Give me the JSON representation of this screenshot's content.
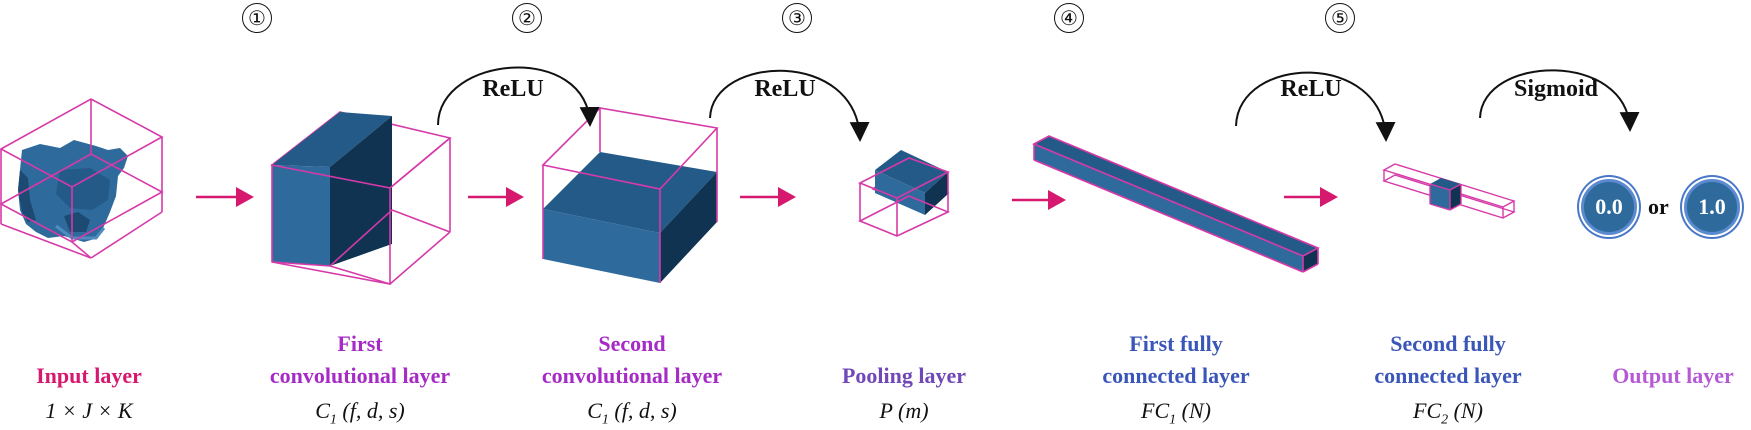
{
  "steps": [
    "①",
    "②",
    "③",
    "④",
    "⑤"
  ],
  "activations": [
    "ReLU",
    "ReLU",
    "ReLU",
    "Sigmoid"
  ],
  "layers": {
    "input": {
      "line1": "",
      "line2": "Input layer",
      "formula": "1 × J × K"
    },
    "conv1": {
      "line1": "First",
      "line2": "convolutional layer",
      "formula_main": "C",
      "formula_sub": "1",
      "formula_rest": " (f, d, s)"
    },
    "conv2": {
      "line1": "Second",
      "line2": "convolutional layer",
      "formula_main": "C",
      "formula_sub": "1",
      "formula_rest": " (f, d, s)"
    },
    "pool": {
      "line1": "",
      "line2": "Pooling layer",
      "formula": "P (m)"
    },
    "fc1": {
      "line1": "First fully",
      "line2": "connected layer",
      "formula_main": "FC",
      "formula_sub": "1",
      "formula_rest": " (N)"
    },
    "fc2": {
      "line1": "Second fully",
      "line2": "connected layer",
      "formula_main": "FC",
      "formula_sub": "2",
      "formula_rest": " (N)"
    },
    "output": {
      "line1": "",
      "line2": "Output layer",
      "formula": ""
    }
  },
  "output_values": {
    "a": "0.0",
    "or": "or",
    "b": "1.0"
  },
  "colors": {
    "box_edge": "#d63aa8",
    "block_front": "#2f6a9c",
    "block_top": "#245a88",
    "block_side": "#0f3350",
    "arrow": "#d6186f"
  }
}
